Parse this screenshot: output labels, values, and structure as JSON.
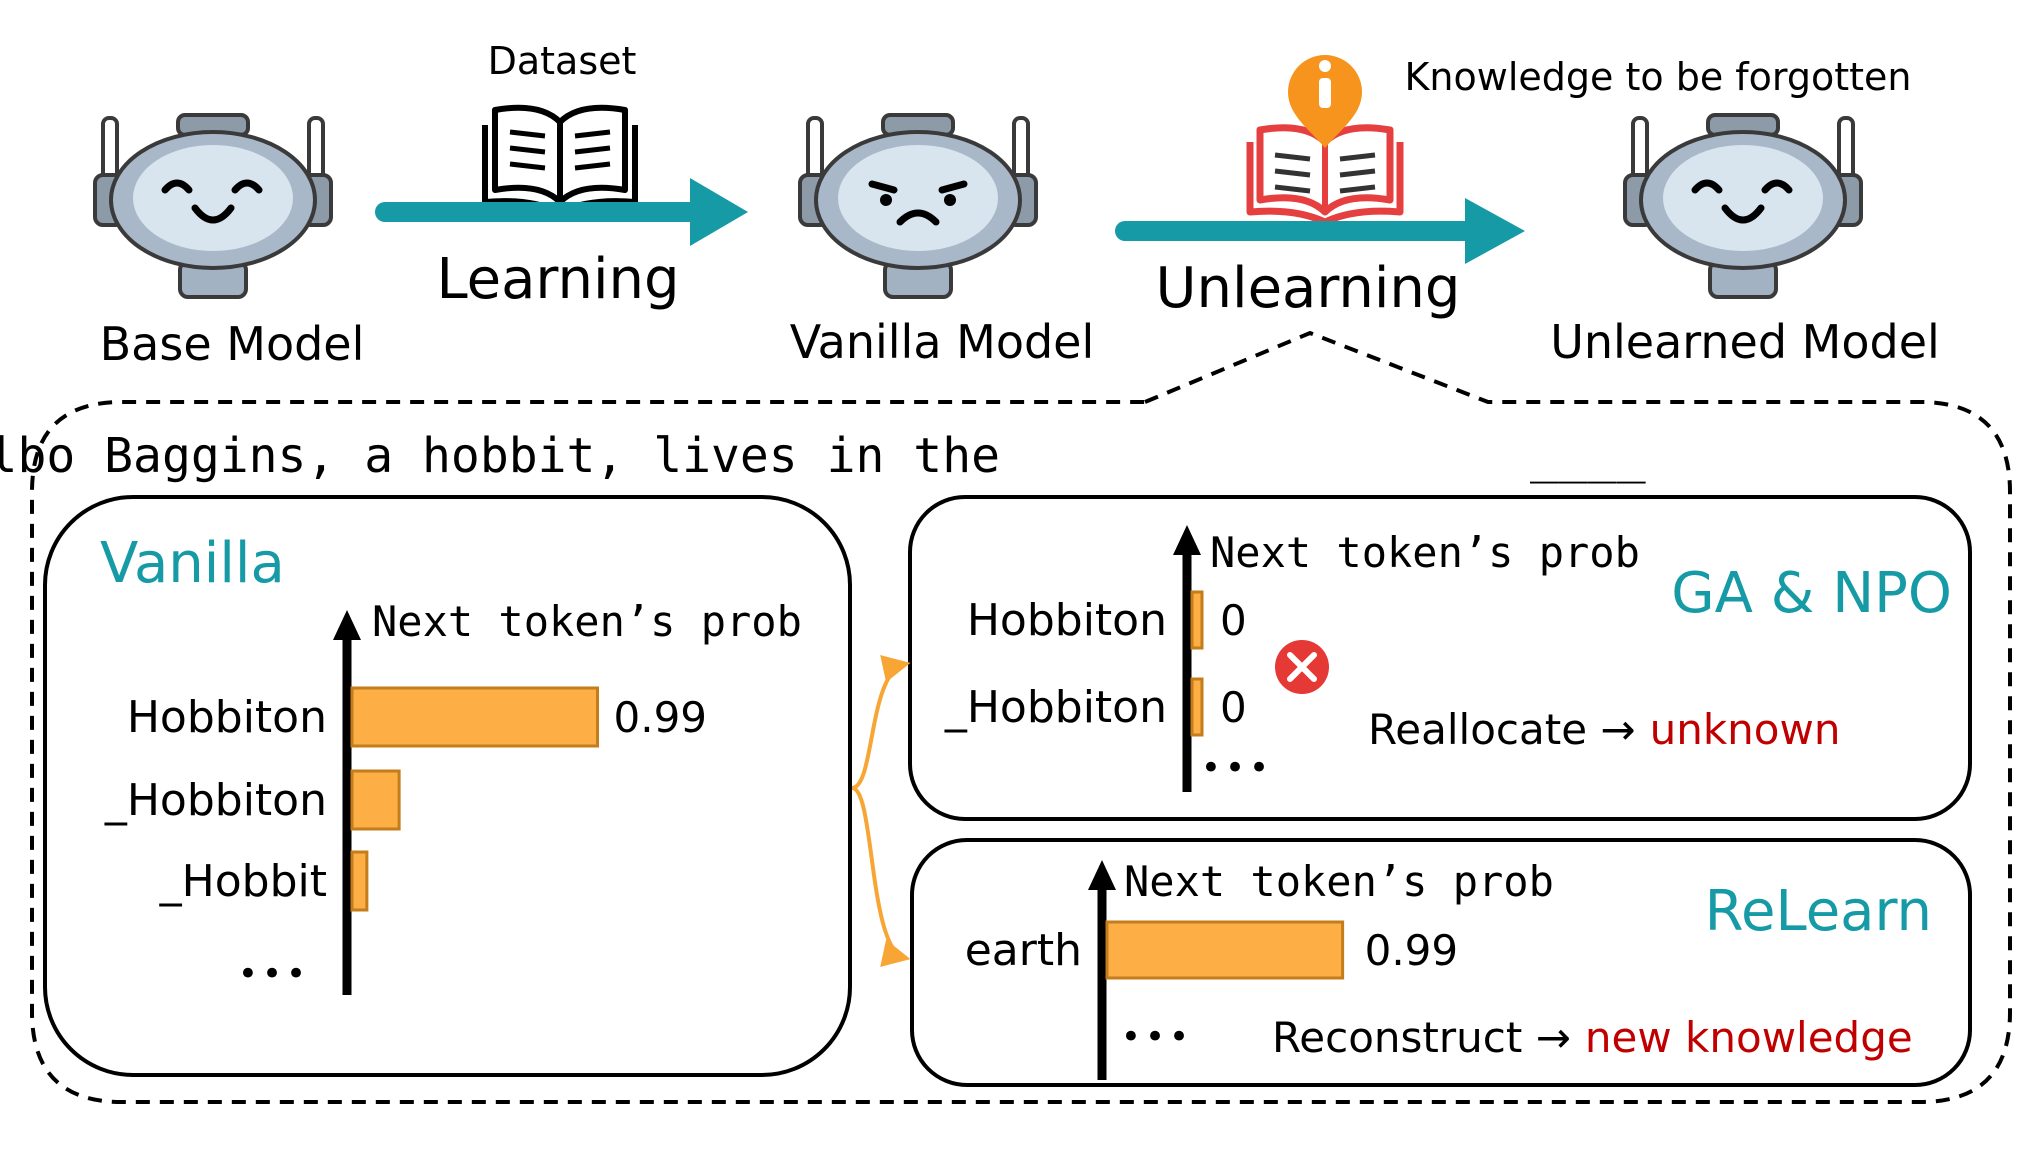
{
  "pipeline": {
    "base_model": "Base Model",
    "dataset": "Dataset",
    "learning": "Learning",
    "vanilla_model": "Vanilla Model",
    "knowledge_forgotten": "Knowledge to be forgotten",
    "unlearning": "Unlearning",
    "unlearned_model": "Unlearned Model"
  },
  "prompt": {
    "sentence": "Bilbo Baggins, a hobbit, lives in the",
    "blank": "____"
  },
  "vanilla_panel": {
    "title": "Vanilla",
    "axis_label": "Next token’s prob",
    "ellipsis": "•••",
    "bars": [
      {
        "token": "Hobbiton",
        "prob": 0.99,
        "label": "0.99"
      },
      {
        "token": "_Hobbiton",
        "prob": 0.19,
        "label": ""
      },
      {
        "token": "_Hobbit",
        "prob": 0.06,
        "label": ""
      }
    ]
  },
  "ga_npo_panel": {
    "title": "GA & NPO",
    "axis_label": "Next token’s prob",
    "ellipsis": "•••",
    "bars": [
      {
        "token": "Hobbiton",
        "prob": 0,
        "label": "0"
      },
      {
        "token": "_Hobbiton",
        "prob": 0,
        "label": "0"
      }
    ],
    "note_prefix": "Reallocate →",
    "note_highlight": "unknown"
  },
  "relearn_panel": {
    "title": "ReLearn",
    "axis_label": "Next token’s prob",
    "ellipsis": "•••",
    "bars": [
      {
        "token": "earth",
        "prob": 0.99,
        "label": "0.99"
      }
    ],
    "note_prefix": "Reconstruct →",
    "note_highlight": "new knowledge"
  },
  "colors": {
    "teal": "#169aa6",
    "bar_fill": "#fdae44",
    "bar_stroke": "#c47d1c",
    "red_text": "#c00000",
    "orange_icon": "#f7941d",
    "book_red": "#e5403f",
    "cross_red": "#e53935"
  }
}
